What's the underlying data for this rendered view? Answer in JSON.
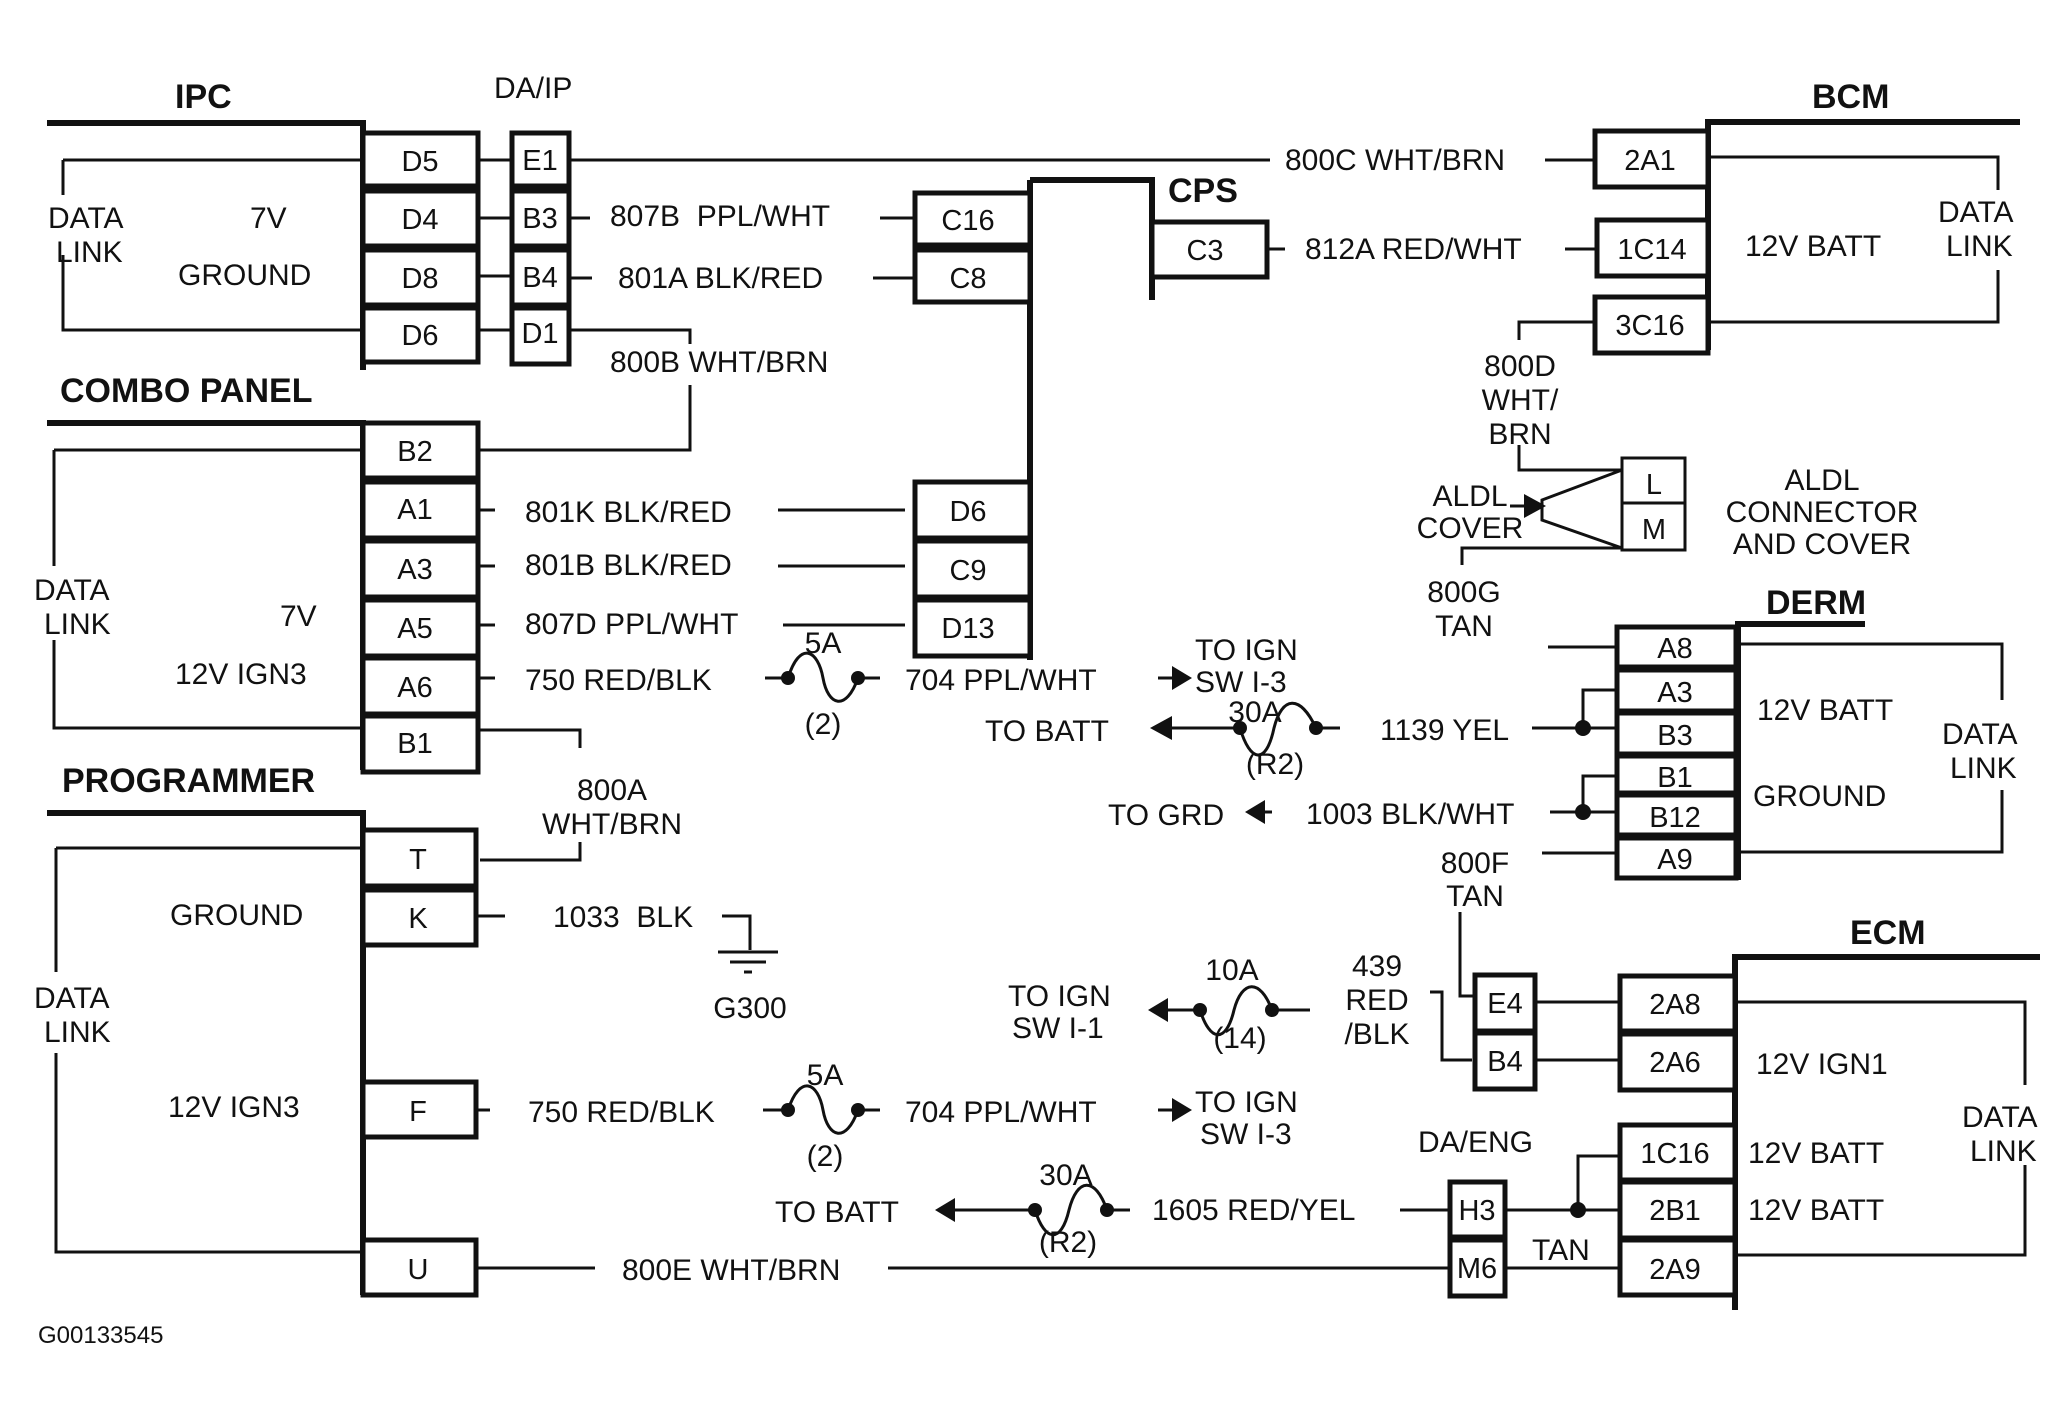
{
  "figure_id": "G00133545",
  "modules": {
    "ipc": {
      "label": "IPC",
      "data_link": [
        "DATA",
        "LINK"
      ],
      "signals": [
        "7V",
        "GROUND"
      ],
      "pins": [
        "D5",
        "D4",
        "D8",
        "D6"
      ]
    },
    "da_ip": {
      "label": "DA/IP",
      "pins": [
        "E1",
        "B3",
        "B4",
        "D1"
      ]
    },
    "cps": {
      "label": "CPS",
      "pins_left": [
        "C16",
        "C8"
      ],
      "pins_lower": [
        "D6",
        "C9",
        "D13"
      ],
      "pin_right": "C3"
    },
    "bcm": {
      "label": "BCM",
      "signal": "12V BATT",
      "data_link": [
        "DATA",
        "LINK"
      ],
      "pins": [
        "2A1",
        "1C14",
        "3C16"
      ]
    },
    "combo_panel": {
      "label": "COMBO PANEL",
      "data_link": [
        "DATA",
        "LINK"
      ],
      "signals": [
        "7V",
        "12V IGN3"
      ],
      "pins": [
        "B2",
        "A1",
        "A3",
        "A5",
        "A6",
        "B1"
      ]
    },
    "programmer": {
      "label": "PROGRAMMER",
      "data_link": [
        "DATA",
        "LINK"
      ],
      "signals": [
        "GROUND",
        "12V IGN3"
      ],
      "pins": [
        "T",
        "K",
        "F",
        "U"
      ]
    },
    "aldl": {
      "label": [
        "ALDL",
        "CONNECTOR",
        "AND COVER"
      ],
      "cover_label": [
        "ALDL",
        "COVER"
      ],
      "pins": [
        "L",
        "M"
      ]
    },
    "derm": {
      "label": "DERM",
      "signals": [
        "12V BATT",
        "GROUND"
      ],
      "data_link": [
        "DATA",
        "LINK"
      ],
      "pins": [
        "A8",
        "A3",
        "B3",
        "B1",
        "B12",
        "A9"
      ]
    },
    "ecm": {
      "label": "ECM",
      "signals": [
        "12V IGN1",
        "12V BATT",
        "12V BATT"
      ],
      "data_link": [
        "DATA",
        "LINK"
      ],
      "pins": [
        "2A8",
        "2A6",
        "1C16",
        "2B1",
        "2A9"
      ]
    },
    "da_eng": {
      "label": "DA/ENG",
      "pins": [
        "H3",
        "M6"
      ]
    },
    "inline_e4b4": {
      "pins": [
        "E4",
        "B4"
      ]
    }
  },
  "wires": {
    "w800c": "800C WHT/BRN",
    "w807b": "807B  PPL/WHT",
    "w801a": "801A BLK/RED",
    "w800b": "800B WHT/BRN",
    "w812a": "812A RED/WHT",
    "w800d": [
      "800D",
      "WHT/",
      "BRN"
    ],
    "w801k": "801K BLK/RED",
    "w801b": "801B BLK/RED",
    "w807d": "807D PPL/WHT",
    "w750a": "750 RED/BLK",
    "w704a": "704 PPL/WHT",
    "w800a": [
      "800A",
      "WHT/BRN"
    ],
    "w800g": [
      "800G",
      "TAN"
    ],
    "w1139": "1139 YEL",
    "w1003": "1003 BLK/WHT",
    "w800f": [
      "800F",
      "TAN"
    ],
    "w1033": "1033  BLK",
    "w439": [
      "439",
      "RED",
      "/BLK"
    ],
    "w750b": "750 RED/BLK",
    "w704b": "704 PPL/WHT",
    "w1605": "1605 RED/YEL",
    "w800e": "800E WHT/BRN",
    "wtan": "TAN"
  },
  "fuses": {
    "f1": {
      "rating": "5A",
      "id": "(2)"
    },
    "f2": {
      "rating": "30A",
      "id": "(R2)"
    },
    "f3": {
      "rating": "10A",
      "id": "(14)"
    },
    "f4": {
      "rating": "5A",
      "id": "(2)"
    },
    "f5": {
      "rating": "30A",
      "id": "(R2)"
    }
  },
  "destinations": {
    "to_ign_sw_i3_a": [
      "TO IGN",
      "SW I-3"
    ],
    "to_batt_a": "TO BATT",
    "to_grd": "TO GRD",
    "to_ign_sw_i1": [
      "TO IGN",
      "SW I-1"
    ],
    "to_ign_sw_i3_b": [
      "TO IGN",
      "SW I-3"
    ],
    "to_batt_b": "TO BATT"
  },
  "ground": {
    "label": "G300"
  }
}
